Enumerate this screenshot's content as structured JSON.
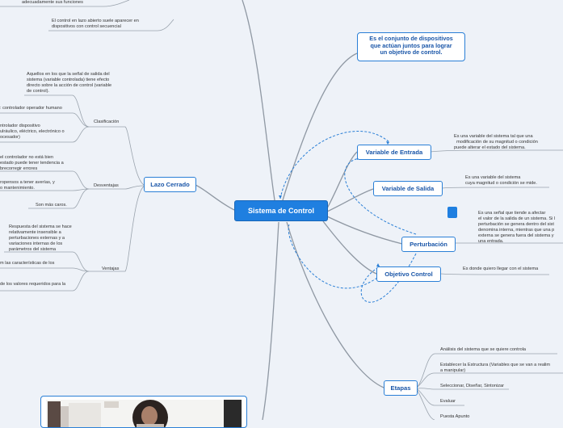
{
  "central": {
    "label": "Sistema de Control"
  },
  "definition": {
    "text": "Es el conjunto de dispositivos\nque actúan juntos para lograr\nun objetivo de control."
  },
  "right_nodes": {
    "entrada": {
      "label": "Variable de Entrada",
      "note": "Es una variable del sistema tal que una\n  modificación de su magnitud o condición\npuede alterar el estado del sistema."
    },
    "salida": {
      "label": "Variable de Salida",
      "note": "Es una variable del sistema\ncuya magnitud o condición se mide."
    },
    "perturbacion": {
      "label": "Perturbación",
      "note": "Es una señal que tiende a afectar\nel valor de la salida de un sistema. Si l\nperturbación se genera dentro del sist\ndenomina interna, mientras que una p\nexterna se genera fuera del sistema y\nuna entrada."
    },
    "objetivo": {
      "label": "Objetivo Control",
      "note": "Es donde quiero llegar con el sistema"
    },
    "etapas": {
      "label": "Etapas",
      "items": [
        "Análisis del sistema que se quiere controla",
        "Establecer la Estructura (Variables que se van a realim\na manipular)",
        "Seleccionar, Diseñar, Sintonizar",
        "Evaluar",
        "Puesta Apunto"
      ]
    }
  },
  "left": {
    "top_note_1": "adecuadamente sus funciones",
    "top_note_2": "El control en lazo abierto suele aparecer en\ndispositivos con control secuencial",
    "lazo": {
      "label": "Lazo Cerrado"
    },
    "lazo_def": "Aquellos en los que la señal de salida del\nsistema (variable controlada) tiene efecto\ndirecto sobre la acción de control (variable\nde control).",
    "clasificacion": {
      "label": "Clasificación",
      "items": [
        ": controlador operador humano",
        "ntrolador dispositivo\nulráulico, eléctrico, electrónico o\nocesador)"
      ]
    },
    "desventajas": {
      "label": "Desventajas",
      "items": [
        "el controlador no está bien\nestado puede tener tendencia a\nbrecorregir errores",
        "ropensos a tener averías, y\no mantenimiento.",
        "Son más caros."
      ]
    },
    "ventajas": {
      "label": "Ventajas",
      "items": [
        "Respuesta del sistema se hace\nrelativamente insensible a\nperturbaciones externas y a\nvariaciones internas de los\nparámetros del sistema",
        "m las características de los",
        "de los valores requeridos para la"
      ]
    }
  },
  "colors": {
    "accent": "#1f7fe0",
    "line": "#9aa3ad",
    "node_text": "#1a56a8"
  }
}
